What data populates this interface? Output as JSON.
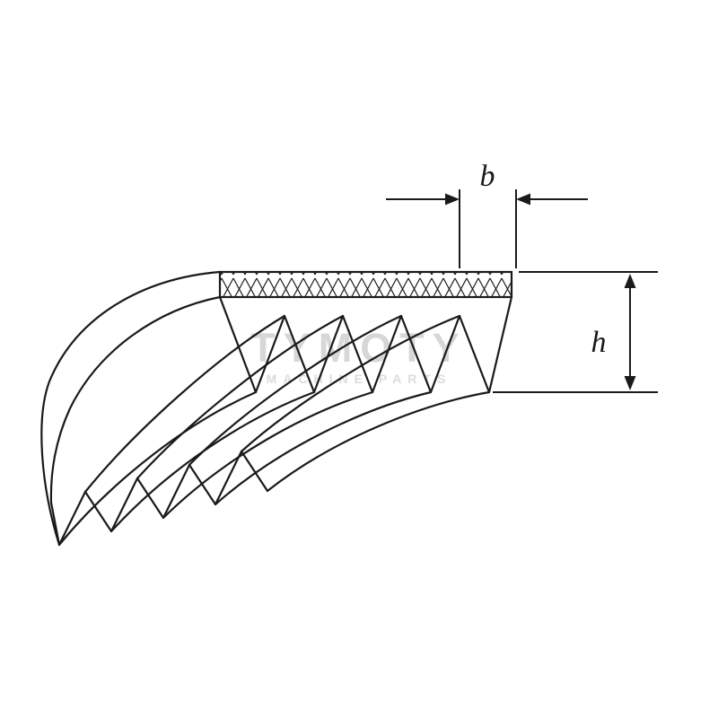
{
  "diagram": {
    "type": "poly-v-ribbed-belt-cross-section",
    "dimension_b": {
      "label": "b"
    },
    "dimension_h": {
      "label": "h"
    }
  },
  "watermark": {
    "title": "TYMOTY",
    "subtitle": "MACHINE PARTS"
  },
  "colors": {
    "line": "#1a1a1a",
    "watermark_title": "#d7d7d7",
    "watermark_subtitle": "#dcdcdc",
    "background": "#ffffff"
  }
}
